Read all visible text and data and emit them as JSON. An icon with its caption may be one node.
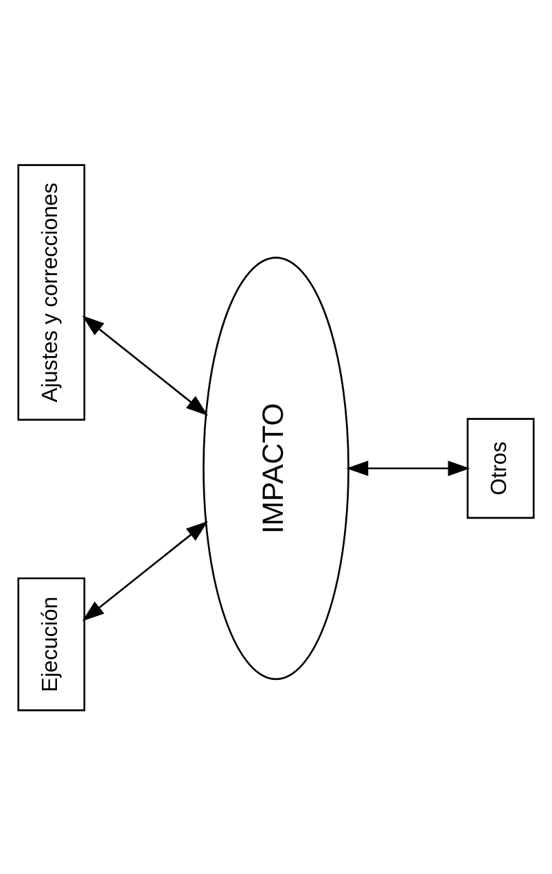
{
  "diagram": {
    "nodes": [
      {
        "text": [
          "Ejecución"
        ]
      },
      {
        "text": [
          "Ajustes y correcciones"
        ]
      },
      {
        "text": [
          "IMPACTO"
        ]
      },
      {
        "text": [
          "Otros"
        ]
      }
    ],
    "edges": [
      {
        "from": 0,
        "to": 2,
        "arrow": "both"
      },
      {
        "from": 1,
        "to": 2,
        "arrow": "both"
      },
      {
        "from": 2,
        "to": 3,
        "arrow": "both"
      }
    ]
  }
}
